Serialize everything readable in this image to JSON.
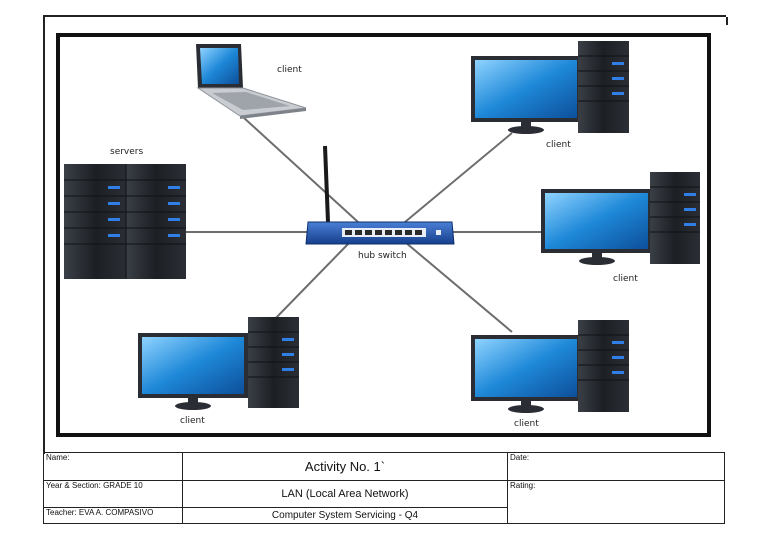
{
  "diagram": {
    "labels": {
      "laptop_client": "client",
      "servers": "servers",
      "hub": "hub switch",
      "client_top_right": "client",
      "client_mid_right": "client",
      "client_bottom_left": "client",
      "client_bottom_right": "client"
    },
    "colors": {
      "screen": "#1e88d8",
      "tower": "#1c1f24",
      "switch": "#1e4fa8",
      "cable": "#6d6d6d"
    }
  },
  "footer": {
    "name_label": "Name:",
    "title": "Activity No. 1`",
    "date_label": "Date:",
    "section_label": "Year & Section: GRADE 10",
    "subtitle": "LAN (Local Area Network)",
    "rating_label": "Rating:",
    "teacher_label": "Teacher:   EVA A. COMPASIVO",
    "course": "Computer System Servicing - Q4"
  }
}
